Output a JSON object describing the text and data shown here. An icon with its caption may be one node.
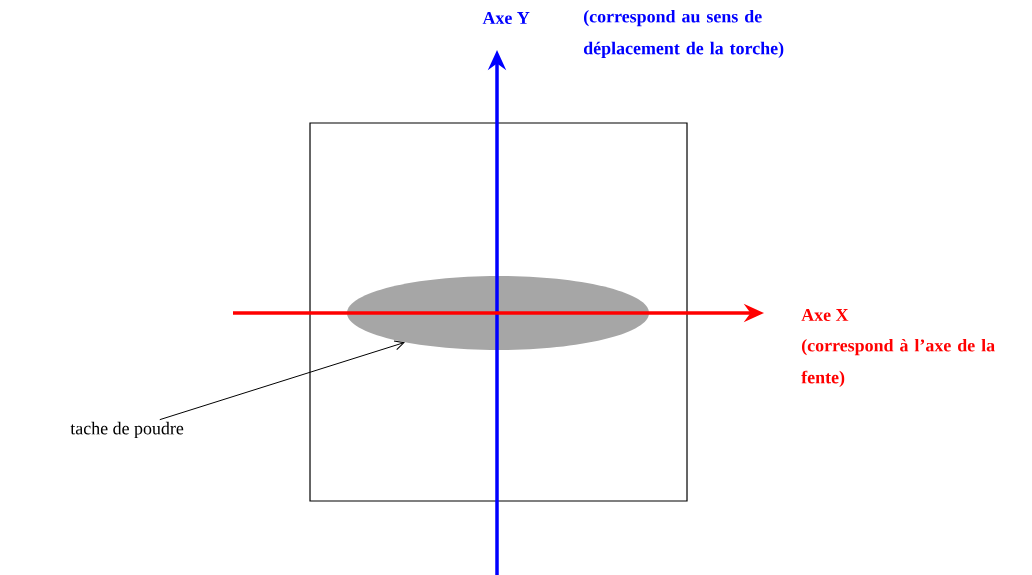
{
  "diagram": {
    "nodes": [
      {
        "text": [],
        "shape": "box"
      },
      {
        "text": [
          "tache de poudre"
        ]
      },
      {
        "text": [],
        "shape": "ellipse",
        "in": 0
      }
    ],
    "edges": [
      {
        "from": 1,
        "to": 2,
        "arrow": "to"
      }
    ],
    "labels": [
      "Axe Y",
      "(correspond au sens de déplacement de la torche)",
      "Axe X",
      "(correspond à l’axe de la fente)"
    ]
  }
}
